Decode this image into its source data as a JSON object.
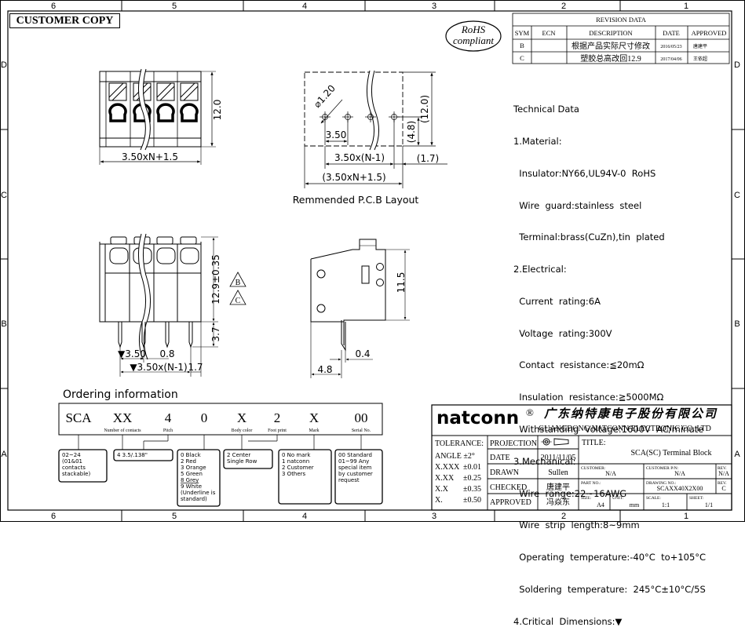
{
  "header": {
    "customer_copy": "CUSTOMER COPY",
    "rohs": [
      "RoHS",
      "compliant"
    ],
    "zones_top": [
      "6",
      "5",
      "4",
      "3",
      "2",
      "1"
    ],
    "zones_side": [
      "D",
      "C",
      "B",
      "A"
    ]
  },
  "revision": {
    "title": "REVISION DATA",
    "headers": [
      "SYM",
      "ECN",
      "DESCRIPTION",
      "DATE",
      "APPROVED"
    ],
    "rows": [
      {
        "sym": "B",
        "ecn": "",
        "desc": "根据产品实际尺寸修改",
        "date": "2016/05/23",
        "approved": "唐建平"
      },
      {
        "sym": "C",
        "ecn": "",
        "desc": "塑胶总高改回12.9",
        "date": "2017/04/06",
        "approved": "王依超"
      }
    ]
  },
  "tech": {
    "lines": [
      "Technical Data",
      "1.Material:",
      "  Insulator:NY66,UL94V-0  RoHS",
      "  Wire  guard:stainless  steel",
      "  Terminal:brass(CuZn),tin  plated",
      "2.Electrical:",
      "  Current  rating:6A",
      "  Voltage  rating:300V",
      "  Contact  resistance:≦20mΩ",
      "  Insulation  resistance:≧5000MΩ",
      "  Withstanding  Voltage:1600V  AC/minute",
      "3.Mechanical:",
      "  Wire  range:22~16AWG",
      "  Wire  strip  length:8~9mm",
      "  Operating  temperature:-40°C  to+105°C",
      "  Soldering  temperature:  245°C±10°C/5S",
      "4.Critical  Dimensions:▼"
    ]
  },
  "dims": {
    "top_height": "12.0",
    "top_width": "3.50xN+1.5",
    "pcb_hole": "⌀1.20",
    "pcb_pitch": "3.50",
    "pcb_height": "(12.0)",
    "pcb_4_8": "(4.8)",
    "pcb_span": "3.50x(N-1)",
    "pcb_1_7": "(1.7)",
    "pcb_total": "(3.50xN+1.5)",
    "pcb_caption": "Remmended  P.C.B  Layout",
    "front_height": "12.9±0.35",
    "front_pin": "3.7",
    "front_pitch": "▼3.50",
    "front_0_8": "0.8",
    "front_span": "▼3.50x(N-1)",
    "front_1_7": "1.7",
    "side_height": "11.5",
    "side_0_4": "0.4",
    "side_4_8": "4.8",
    "rev_b": "B",
    "rev_c": "C"
  },
  "ordering": {
    "title": "Ordering  information",
    "codes": [
      "SCA",
      "XX",
      "4",
      "0",
      "X",
      "2",
      "X",
      "00"
    ],
    "labels": [
      "Number of contacts",
      "Pitch",
      "Body color",
      "Foot print",
      "Mark",
      "Serial No."
    ],
    "options": [
      [
        "02~24",
        "(01&01",
        "contacts",
        "stackable)"
      ],
      [
        "4  3.5/.138\""
      ],
      [
        "0  Black",
        "2  Red",
        "3  Orange",
        "5  Green",
        "8  Grey",
        "9  White",
        "(Underline is",
        "standard)"
      ],
      [
        "2  Center",
        "Single  Row"
      ],
      [
        "0  No  mark",
        "1  natconn",
        "2  Customer",
        "3  Others"
      ],
      [
        "00  Standard",
        "01~99  Any",
        "special  item",
        "by  customer",
        "request"
      ]
    ]
  },
  "title_block": {
    "brand": "natconn",
    "reg": "®",
    "company_cn": "广东纳特康电子股份有限公司",
    "company_en": "GUANGDONG  NATCONN  ELECTRONIC  CO.,LTD",
    "tolerance": "TOLERANCE:",
    "tol_rows": [
      [
        "ANGLE ±2°",
        ""
      ],
      [
        "X.XXX",
        "±0.01"
      ],
      [
        "X.XX",
        "±0.25"
      ],
      [
        "X.X",
        "±0.35"
      ],
      [
        "X.",
        "±0.50"
      ]
    ],
    "projection": "PROJECTION",
    "date_label": "DATE",
    "date": "2011/11/05",
    "drawn_label": "DRAWN",
    "drawn": "Sullen",
    "checked_label": "CHECKED",
    "checked": "唐建平",
    "approved_label": "APPROVED",
    "approved": "冯焱东",
    "title_label": "TITLE:",
    "title": "SCA(SC)  Terminal Block",
    "customer_label": "CUSTOMER:",
    "customer": "N/A",
    "customer_pn_label": "CUSTOMER P/N:",
    "customer_pn": "N/A",
    "rev_label": "REV.",
    "rev_val": "N/A",
    "part_no_label": "PART NO.:",
    "drawing_no_label": "DRAWING NO.:",
    "drawing_no": "SCAXX40X2X00",
    "rev2_val": "C",
    "size_label": "SIZE:",
    "size": "A4",
    "unit_label": "UNIT:",
    "unit": "mm",
    "scale_label": "SCALE:",
    "scale": "1:1",
    "sheet_label": "SHEET:",
    "sheet": "1/1"
  }
}
